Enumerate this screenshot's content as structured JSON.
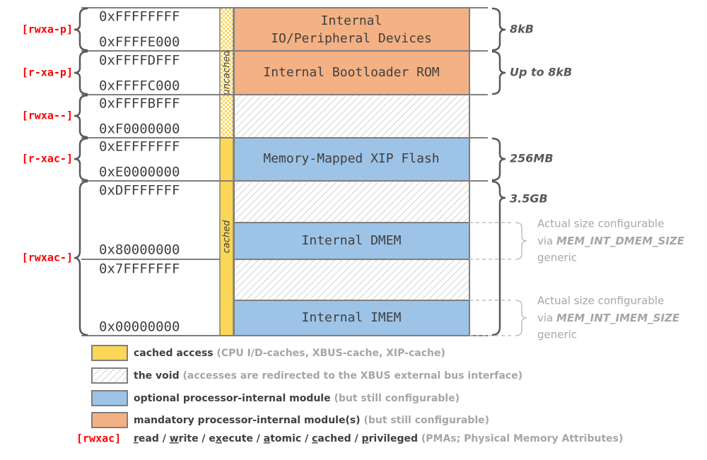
{
  "addresses": {
    "a0": "0xFFFFFFFF",
    "a1": "0xFFFFE000",
    "a2": "0xFFFFDFFF",
    "a3": "0xFFFFC000",
    "a4": "0xFFFFBFFF",
    "a5": "0xF0000000",
    "a6": "0xEFFFFFFF",
    "a7": "0xE0000000",
    "a8": "0xDFFFFFFF",
    "a9": "0x80000000",
    "a10": "0x7FFFFFFF",
    "a11": "0x00000000"
  },
  "pma": {
    "io": "[rwxa-p]",
    "boot": "[r-xa-p]",
    "void": "[rwxa--]",
    "xip": "[r-xac-]",
    "main": "[rwxac-]"
  },
  "regions": {
    "io_line1": "Internal",
    "io_line2": "IO/Peripheral Devices",
    "boot": "Internal Bootloader ROM",
    "xip": "Memory-Mapped XIP Flash",
    "dmem": "Internal DMEM",
    "imem": "Internal IMEM"
  },
  "cache_bar": {
    "uncached": "uncached",
    "cached": "cached"
  },
  "sizes": {
    "io": "8kB",
    "boot": "Up to 8kB",
    "xip": "256MB",
    "main": "3.5GB"
  },
  "notes": {
    "dmem": {
      "l1": "Actual size configurable",
      "via": "via ",
      "generic_name": "MEM_INT_DMEM_SIZE",
      "l3": "generic"
    },
    "imem": {
      "l1": "Actual size configurable",
      "via": "via ",
      "generic_name": "MEM_INT_IMEM_SIZE",
      "l3": "generic"
    }
  },
  "legend": {
    "cached_bold": "cached access",
    "cached_gray": " (CPU I/D-caches, XBUS-cache, XIP-cache)",
    "void_bold": "the void",
    "void_gray": " (accesses are redirected to the XBUS external bus interface)",
    "optional_bold": "optional processor-internal module",
    "optional_gray": " (but still configurable)",
    "mandatory_bold": "mandatory processor-internal module(s)",
    "mandatory_gray": " (but still configurable)",
    "pma_code": "[rwxac]",
    "pma_r": "r",
    "pma_r_rest": "ead / ",
    "pma_w": "w",
    "pma_w_rest": "rite / e",
    "pma_x": "x",
    "pma_x_rest": "ecute / ",
    "pma_a": "a",
    "pma_a_rest": "tomic / ",
    "pma_c": "c",
    "pma_c_rest": "ached / ",
    "pma_p": "p",
    "pma_p_rest": "rivileged",
    "pma_gray": " (PMAs; Physical Memory Attributes)"
  },
  "colors": {
    "cached": "#fcd657",
    "optional": "#9dc3e6",
    "mandatory": "#f4b183",
    "pma_red": "#ff0000",
    "border": "#7f7f7f",
    "text": "#404040",
    "gray": "#a6a6a6"
  }
}
